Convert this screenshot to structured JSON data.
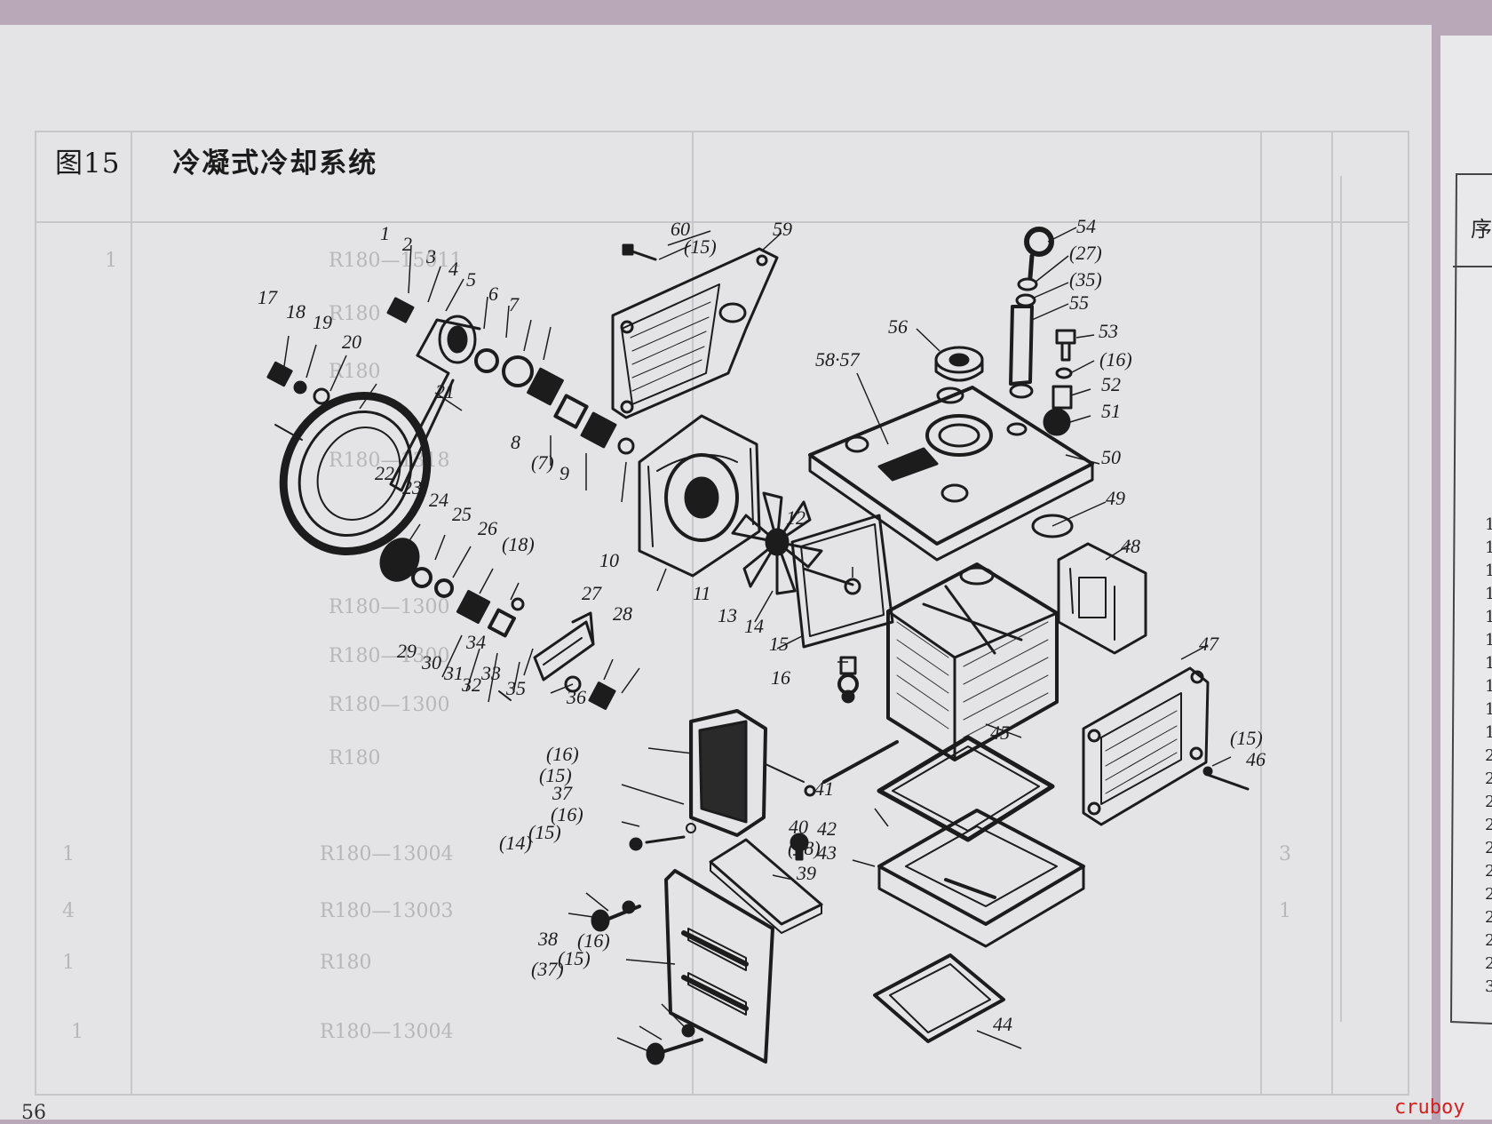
{
  "figure": {
    "number": "图15",
    "title": "冷凝式冷却系统"
  },
  "page_number": "56",
  "watermark": "cruboy",
  "next_page": {
    "header": "序",
    "row_numbers": [
      "1",
      "1",
      "1",
      "1",
      "1",
      "1",
      "1",
      "1",
      "1",
      "1",
      "2",
      "2",
      "2",
      "2",
      "2",
      "2",
      "2",
      "2",
      "2",
      "2",
      "3"
    ]
  },
  "background_table": {
    "texts": [
      "1",
      "R180—15011",
      "R180",
      "R180",
      "R180—1318",
      "R180—1300",
      "R180—1300",
      "R180—1300",
      "R180",
      "R180—13004",
      "R180—13003",
      "R180",
      "R180—13004",
      "1",
      "4",
      "1",
      "1",
      "3",
      "1"
    ]
  },
  "part_labels": [
    "1",
    "2",
    "3",
    "4",
    "5",
    "6",
    "7",
    "8",
    "(7)",
    "9",
    "10",
    "11",
    "12",
    "13",
    "14",
    "15",
    "16",
    "17",
    "18",
    "19",
    "20",
    "21",
    "22",
    "23",
    "24",
    "25",
    "26",
    "(18)",
    "27",
    "28",
    "29",
    "30",
    "31",
    "32",
    "33",
    "34",
    "35",
    "36",
    "(16)",
    "(15)",
    "37",
    "(16)",
    "(15)",
    "(14)",
    "38",
    "(16)",
    "(15)",
    "(37)",
    "39",
    "40",
    "(18)",
    "41",
    "42",
    "43",
    "44",
    "45",
    "(15)",
    "46",
    "47",
    "48",
    "49",
    "50",
    "51",
    "52",
    "(16)",
    "53",
    "54",
    "(27)",
    "(35)",
    "55",
    "56",
    "58·57",
    "59",
    "60",
    "(15)"
  ],
  "colors": {
    "ink": "#1c1c1c",
    "paper": "#e4e4e6",
    "watermark": "#d02020",
    "background": "#b9a8b8"
  }
}
